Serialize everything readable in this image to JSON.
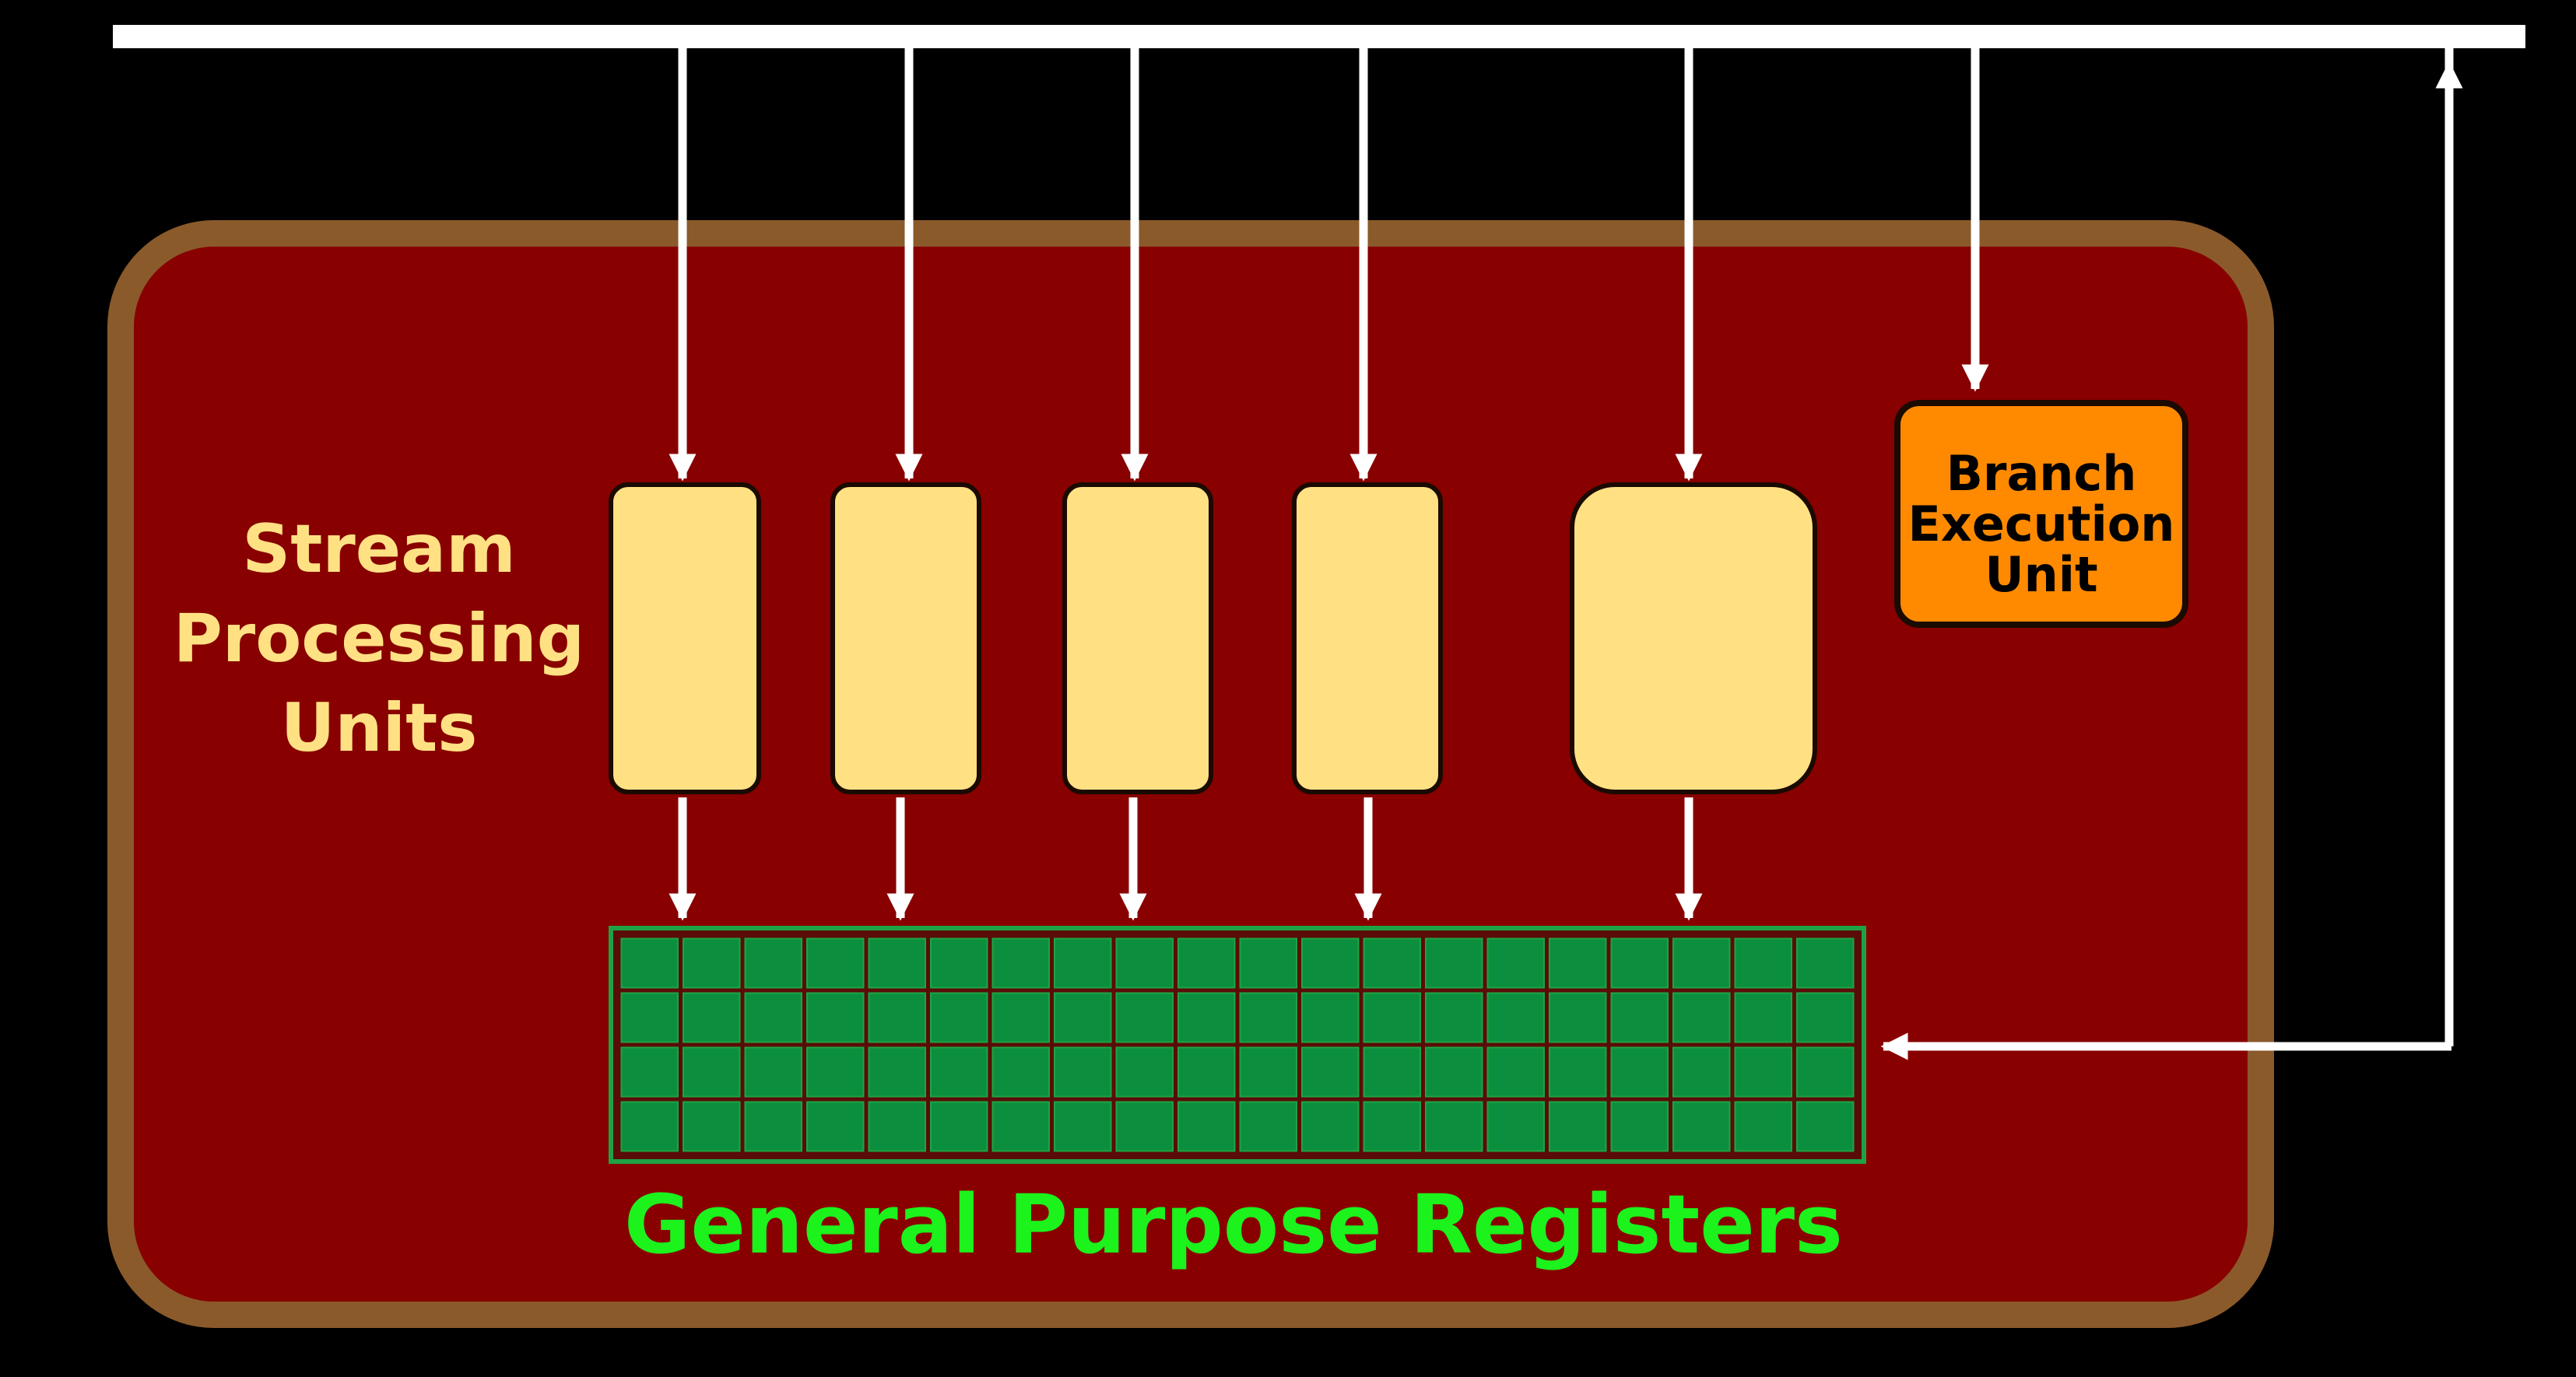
{
  "labels": {
    "stream_processing_line1": "Stream",
    "stream_processing_line2": "Processing",
    "stream_processing_line3": "Units",
    "branch_line1": "Branch",
    "branch_line2": "Execution",
    "branch_line3": "Unit",
    "registers": "General Purpose Registers"
  },
  "register_grid": {
    "rows": 4,
    "cols": 20
  },
  "colors": {
    "background": "#000000",
    "core_fill": "#880000",
    "core_border": "#8a5a2b",
    "bus": "#ffffff",
    "stream_unit_fill": "#ffe183",
    "branch_unit_fill": "#ff8a00",
    "label_text": "#ffe183",
    "branch_text": "#000000",
    "register_cell": "#0b8f3e",
    "register_grid_bg": "#5a0d08",
    "register_grid_border": "#1ea344",
    "registers_text": "#1cf21c"
  }
}
